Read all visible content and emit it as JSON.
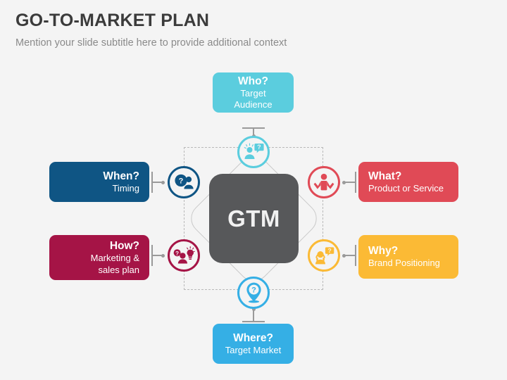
{
  "slide": {
    "title": "GO-TO-MARKET PLAN",
    "subtitle": "Mention your slide subtitle here to provide additional context",
    "background_color": "#f4f4f4"
  },
  "center": {
    "label": "GTM",
    "shape": "rounded-diamond",
    "fill_color": "#57585a",
    "text_color": "#f1f1f1"
  },
  "nodes": [
    {
      "id": "who",
      "question": "Who?",
      "description": "Target Audience",
      "color": "#5bcdde",
      "icon": "person-question-bubble-icon",
      "position": "top",
      "align": "center"
    },
    {
      "id": "when",
      "question": "When?",
      "description": "Timing",
      "color": "#0f5584",
      "icon": "clock-question-person-icon",
      "position": "left-top",
      "align": "right"
    },
    {
      "id": "how",
      "question": "How?",
      "description_line1": "Marketing &",
      "description_line2": "sales plan",
      "color": "#a51446",
      "icon": "person-question-lightbulb-icon",
      "position": "left-bottom",
      "align": "right"
    },
    {
      "id": "what",
      "question": "What?",
      "description": "Product or Service",
      "color": "#e04a56",
      "icon": "person-shrug-icon",
      "position": "right-top",
      "align": "left"
    },
    {
      "id": "why",
      "question": "Why?",
      "description": "Brand Positioning",
      "color": "#fbba35",
      "icon": "person-headset-question-icon",
      "position": "right-bottom",
      "align": "left"
    },
    {
      "id": "where",
      "question": "Where?",
      "description": "Target Market",
      "color": "#35afe5",
      "icon": "map-pin-question-icon",
      "position": "bottom",
      "align": "center"
    }
  ]
}
